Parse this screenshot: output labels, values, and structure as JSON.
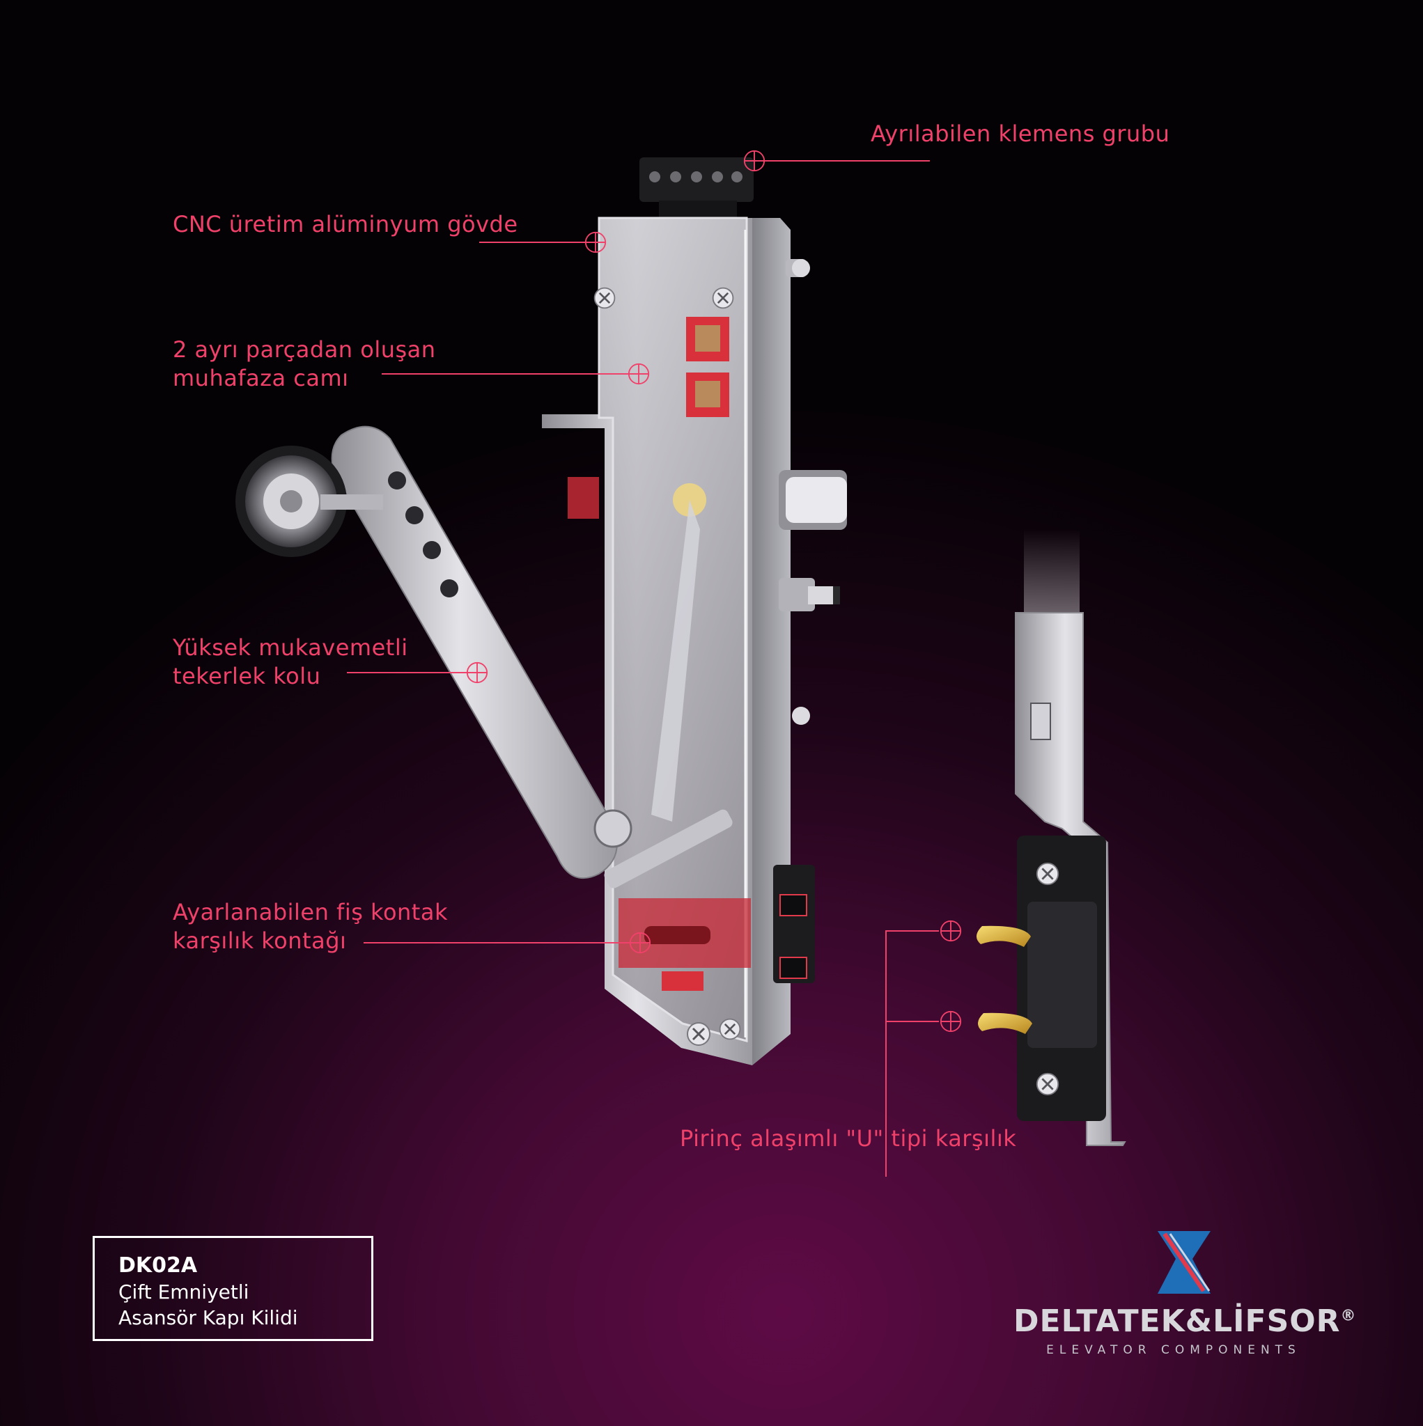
{
  "callouts": {
    "terminal_group": [
      "Ayrılabilen klemens grubu"
    ],
    "cnc_body": [
      "CNC üretim alüminyum gövde"
    ],
    "cover_glass": [
      "2 ayrı parçadan oluşan",
      "muhafaza camı"
    ],
    "roller_arm": [
      "Yüksek mukavemetli",
      "tekerlek kolu"
    ],
    "plug_contact": [
      "Ayarlanabilen fiş kontak",
      "karşılık kontağı"
    ],
    "u_counterpart": [
      "Pirinç alaşımlı \"U\" tipi karşılık"
    ]
  },
  "product": {
    "model": "DK02A",
    "description": [
      "Çift Emniyetli",
      "Asansör Kapı Kilidi"
    ]
  },
  "brand": {
    "name": "DELTATEK&LİFSOR",
    "registered": "®",
    "tagline": "ELEVATOR COMPONENTS"
  },
  "colors": {
    "callout": "#f0416a",
    "background_center": "#5e0b45",
    "background_edge": "#050205"
  }
}
